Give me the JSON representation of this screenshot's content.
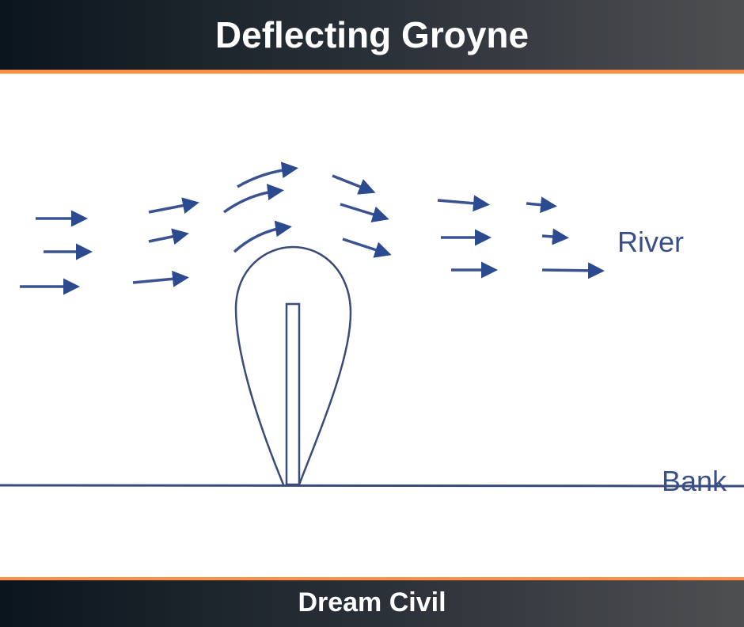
{
  "title": "Deflecting Groyne",
  "footer": "Dream Civil",
  "diagram": {
    "labels": {
      "river": "River",
      "bank": "Bank"
    },
    "colors": {
      "ink": "#2b4a8f",
      "accent": "#ff8f45"
    }
  }
}
